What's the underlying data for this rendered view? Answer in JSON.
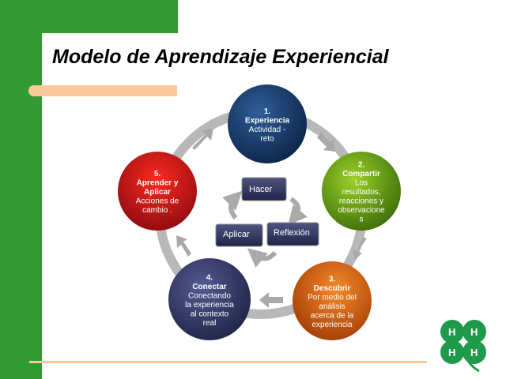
{
  "slide": {
    "title": "Modelo de Aprendizaje Experiencial",
    "colors": {
      "green": "#339933",
      "accent_bar": "#fbc99a",
      "ring": "#b3b3b3"
    }
  },
  "cycle": [
    {
      "number": "1.",
      "heading": "Experiencia",
      "lines": [
        "Actividad -",
        "reto"
      ],
      "color": "#153a6b"
    },
    {
      "number": "2.",
      "heading": "Compartir",
      "lines": [
        "Los",
        "resultados,",
        "reacciones y",
        "observacione",
        "s"
      ],
      "color": "#5f9a12"
    },
    {
      "number": "3.",
      "heading": "Descubrir",
      "lines": [
        "Por medio del",
        "análisis",
        "acerca de la",
        "experiencia"
      ],
      "color": "#d4580e"
    },
    {
      "number": "4.",
      "heading": "Conectar",
      "lines": [
        "Conectando",
        "la experiencia",
        "al contexto",
        "real"
      ],
      "color": "#34386b"
    },
    {
      "number": "5.",
      "heading": "Aprender y",
      "heading2": "Aplicar",
      "lines": [
        "Acciones de",
        "cambio ."
      ],
      "color": "#c2111a"
    }
  ],
  "inner": {
    "hacer": "Hacer",
    "reflexion": "Reflexión",
    "aplicar": "Aplicar"
  },
  "logo": {
    "name": "4-H clover logo",
    "icon": "clover-icon"
  }
}
